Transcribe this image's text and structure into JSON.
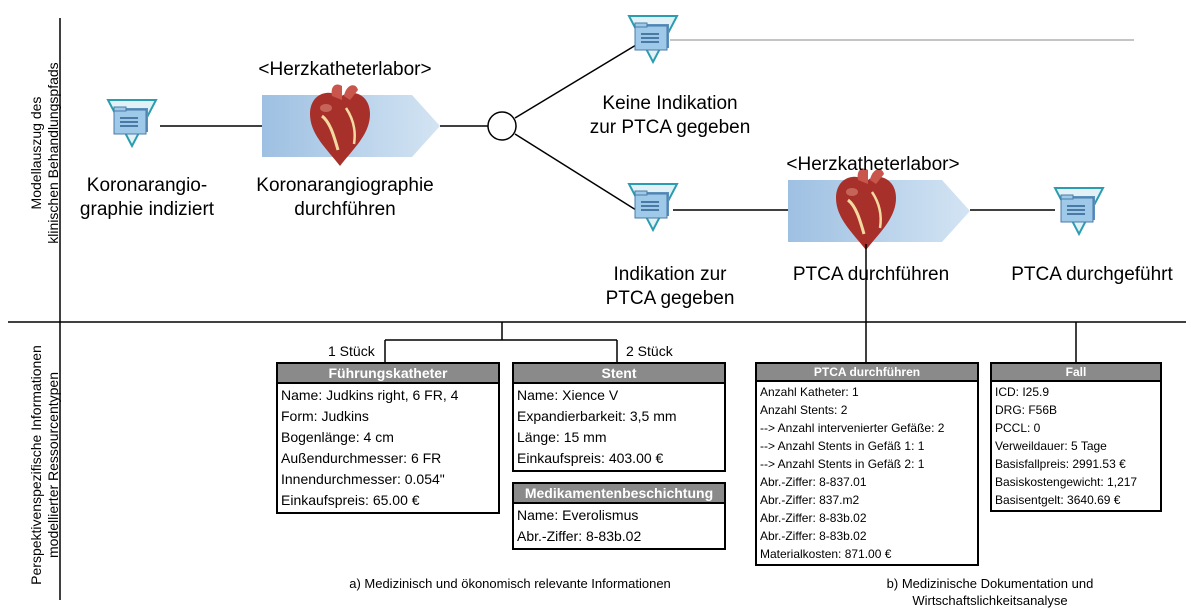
{
  "sections": {
    "top": [
      "Modellauszug des",
      "klinischen Behandlungspfads"
    ],
    "bottom": [
      "Perspektivenspezifische Informationen",
      "modellierter Ressourcentypen"
    ]
  },
  "nodes": {
    "event_start": [
      "Koronarangio-",
      "graphie indiziert"
    ],
    "function_angio": [
      "Koronarangiographie",
      "durchführen"
    ],
    "unit_angio": "<Herzkatheterlabor>",
    "event_no": [
      "Keine Indikation",
      "zur PTCA gegeben"
    ],
    "event_yes": [
      "Indikation zur",
      "PTCA gegeben"
    ],
    "function_ptca": "PTCA durchführen",
    "unit_ptca": "<Herzkatheterlabor>",
    "event_end": "PTCA durchgeführt"
  },
  "counts": {
    "fuehrungskatheter": "1 Stück",
    "stent": "2 Stück"
  },
  "boxes": {
    "fuehrungskatheter": {
      "title": "Führungskatheter",
      "rows": [
        "Name: Judkins right, 6 FR, 4",
        "Form: Judkins",
        "Bogenlänge: 4 cm",
        "Außendurchmesser: 6 FR",
        "Innendurchmesser: 0.054\"",
        "Einkaufspreis: 65.00 €"
      ]
    },
    "stent": {
      "title": "Stent",
      "rows": [
        "Name: Xience V",
        "Expandierbarkeit: 3,5 mm",
        "Länge: 15 mm",
        "Einkaufspreis: 403.00 €"
      ]
    },
    "beschichtung": {
      "title": "Medikamentenbeschichtung",
      "rows": [
        "Name: Everolismus",
        "Abr.-Ziffer: 8-83b.02"
      ]
    },
    "ptca": {
      "title": "PTCA durchführen",
      "rows": [
        "Anzahl Katheter: 1",
        "Anzahl Stents: 2",
        "--> Anzahl intervenierter Gefäße: 2",
        "--> Anzahl Stents in Gefäß 1: 1",
        "--> Anzahl Stents in Gefäß 2: 1",
        "Abr.-Ziffer: 8-837.01",
        "Abr.-Ziffer: 837.m2",
        "Abr.-Ziffer: 8-83b.02",
        "Abr.-Ziffer: 8-83b.02",
        "Materialkosten: 871.00 €"
      ]
    },
    "fall": {
      "title": "Fall",
      "rows": [
        "ICD: I25.9",
        "DRG: F56B",
        "PCCL: 0",
        "Verweildauer: 5 Tage",
        "Basisfallpreis: 2991.53 €",
        "Basiskostengewicht: 1,217",
        "Basisentgelt: 3640.69 €"
      ]
    }
  },
  "captions": {
    "a": "a) Medizinisch und ökonomisch relevante Informationen",
    "b": [
      "b) Medizinische Dokumentation und",
      "Wirtschaftslichkeitsanalyse"
    ]
  },
  "colors": {
    "chevron": "#b4d0ea",
    "event_frame": "#2a9db0",
    "folder": "#9fc9e8",
    "header": "#8a8a8a"
  }
}
